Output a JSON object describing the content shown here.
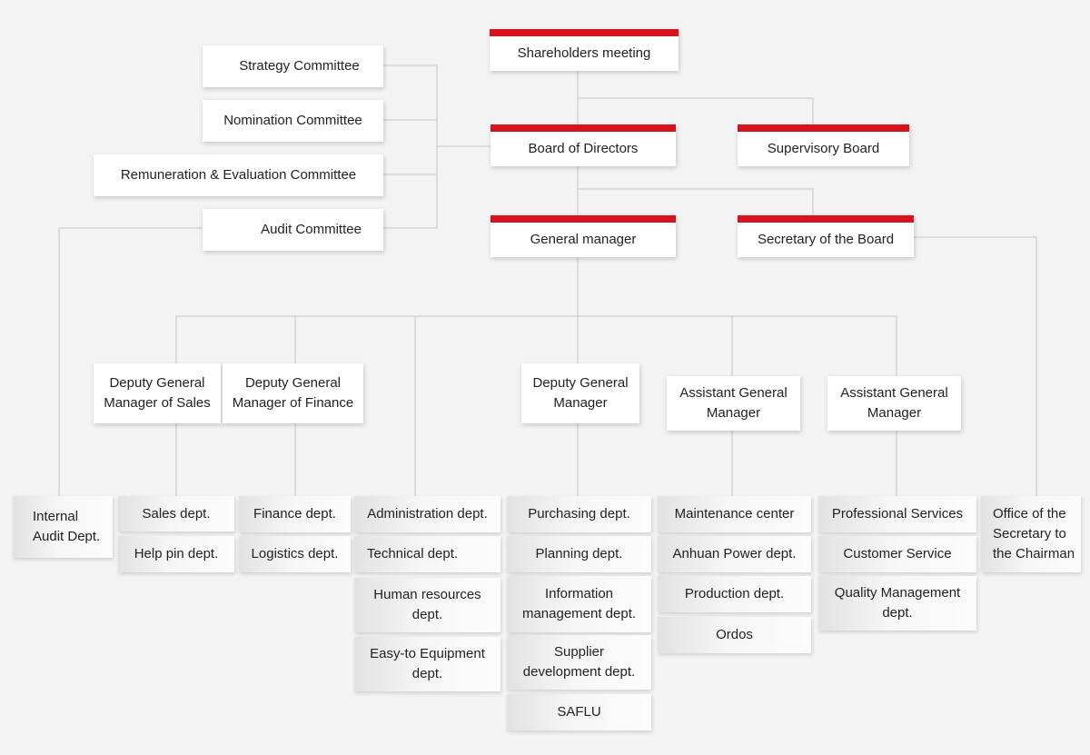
{
  "top": {
    "shareholders": "Shareholders meeting",
    "board": "Board of Directors",
    "supervisory": "Supervisory Board",
    "general_manager": "General manager",
    "secretary_board": "Secretary of the Board"
  },
  "committees": {
    "strategy": "Strategy Committee",
    "nomination": "Nomination Committee",
    "remuneration": "Remuneration & Evaluation Committee",
    "audit": "Audit Committee"
  },
  "deputies": {
    "sales": "Deputy General\nManager of Sales",
    "finance": "Deputy General\nManager of Finance",
    "general": "Deputy General\nManager",
    "assistant_1": "Assistant General\nManager",
    "assistant_2": "Assistant General\nManager"
  },
  "departments": {
    "internal_audit": "Internal\nAudit Dept.",
    "sales_col": [
      "Sales dept.",
      "Help pin dept."
    ],
    "finance_col": [
      "Finance dept.",
      "Logistics dept."
    ],
    "admin_col": [
      "Administration dept.",
      "Technical dept.",
      "Human resources\ndept.",
      "Easy-to Equipment\ndept."
    ],
    "purchasing_col": [
      "Purchasing dept.",
      "Planning dept.",
      "Information\nmanagement dept.",
      "Supplier\ndevelopment dept.",
      "SAFLU"
    ],
    "maintenance_col": [
      "Maintenance center",
      "Anhuan Power dept.",
      "Production dept.",
      "Ordos"
    ],
    "services_col": [
      "Professional Services",
      "Customer Service",
      "Quality Management\ndept."
    ],
    "office_secretary": "Office of the\nSecretary to\nthe Chairman"
  },
  "colors": {
    "accent": "#d7141e",
    "line": "#c4c4c4",
    "background": "#f3f3f3"
  }
}
